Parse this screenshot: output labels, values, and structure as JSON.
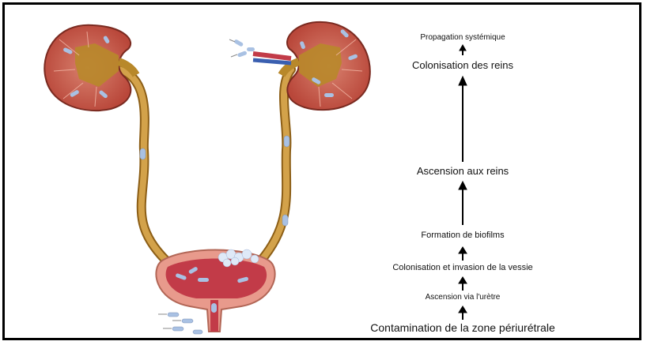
{
  "steps": [
    "Propagation systémique",
    "Colonisation des reins",
    "Ascension aux reins",
    "Formation de biofilms",
    "Colonisation et invasion de la vessie",
    "Ascension via l'urètre",
    "Contamination de la zone périurétrale"
  ],
  "colors": {
    "kidney_cortex": "#c4503f",
    "kidney_medulla": "#d77a68",
    "pelvis": "#b8882a",
    "ureter": "#c9943c",
    "bladder_wall": "#e89a8c",
    "bladder_inner": "#c23b48",
    "bacteria": "#a9c1e3",
    "arrow": "#000000"
  },
  "icons": [
    "kidney-illustration",
    "bladder-illustration",
    "bacterium-icon",
    "up-arrow-icon"
  ]
}
